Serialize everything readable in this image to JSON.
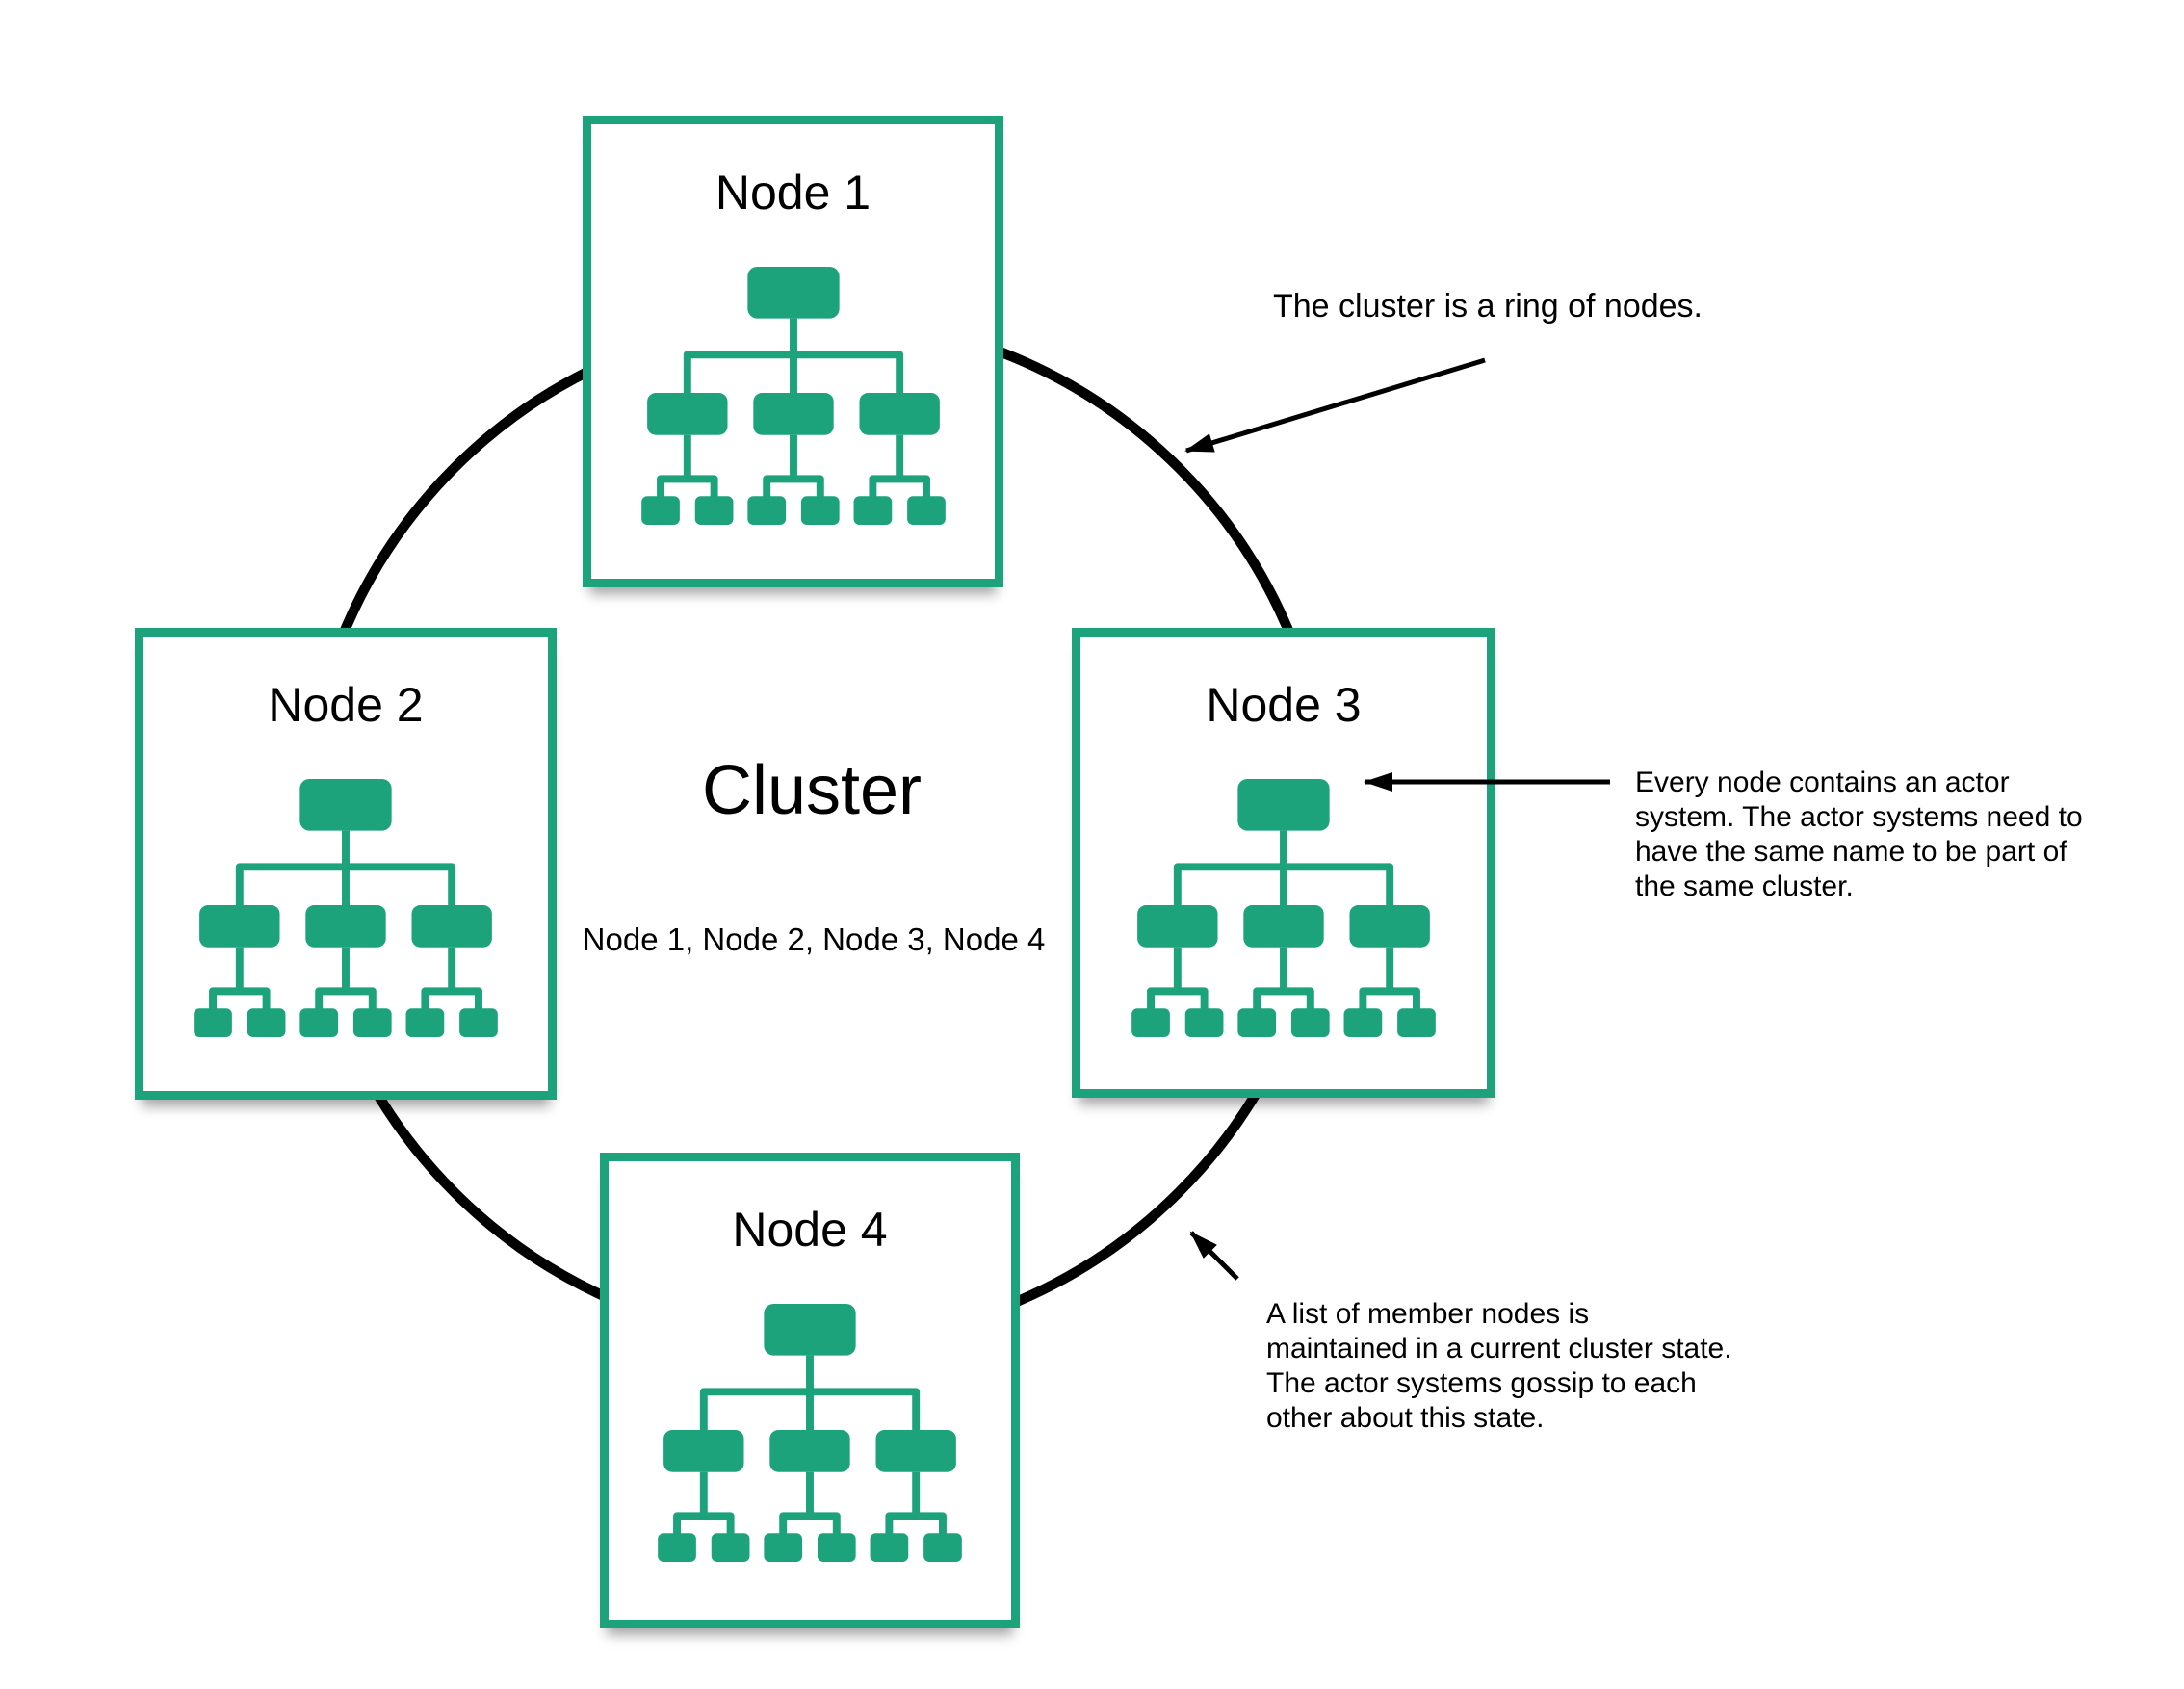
{
  "diagram": {
    "center": {
      "heading": "Cluster",
      "members": "Node 1, Node 2, Node 3, Node 4"
    },
    "nodes": [
      {
        "title": "Node 1"
      },
      {
        "title": "Node 2"
      },
      {
        "title": "Node 3"
      },
      {
        "title": "Node 4"
      }
    ],
    "annotations": {
      "ring_note": {
        "text": "The cluster is a ring of nodes."
      },
      "actor_note": {
        "lines": [
          "Every node contains an actor",
          "system. The actor systems need to",
          "have the same name to be part of",
          "the same cluster."
        ]
      },
      "gossip_note": {
        "lines": [
          "A list of member nodes is",
          "maintained in a current cluster state.",
          "The actor systems gossip to each",
          "other about this state."
        ]
      }
    },
    "icons": {
      "tree": "actor-system-hierarchy-icon"
    },
    "colors": {
      "green": "#1CA37C",
      "black": "#000000",
      "background": "#FFFFFF"
    }
  }
}
